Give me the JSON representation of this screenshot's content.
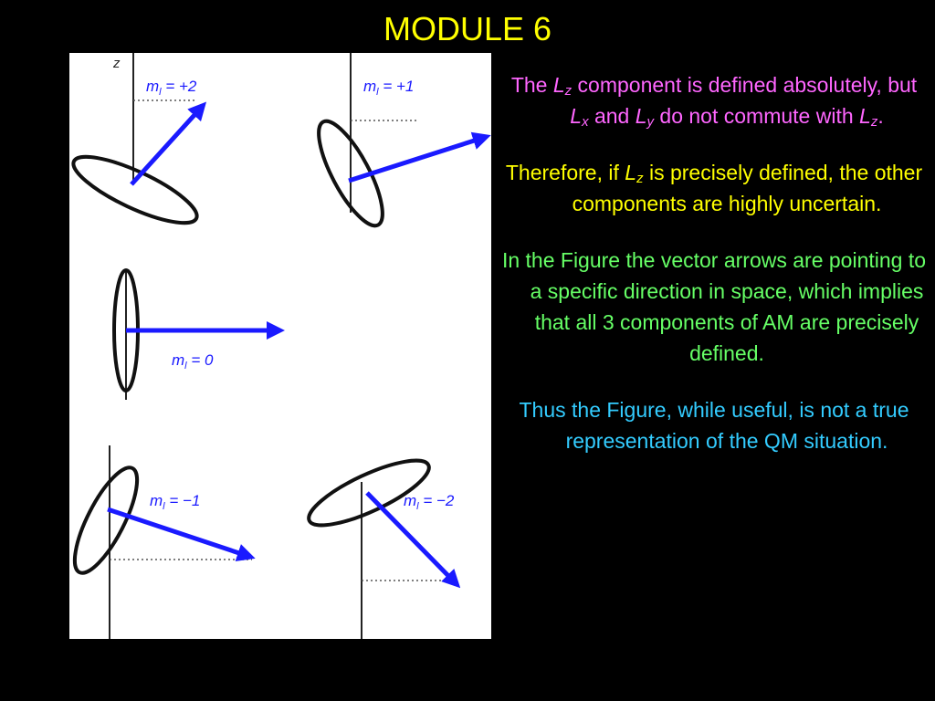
{
  "title": "MODULE 6",
  "colors": {
    "background": "#000000",
    "title": "#ffff00",
    "para1": "#ff66ff",
    "para2": "#ffff00",
    "para3": "#66ff66",
    "para4": "#33ccff",
    "arrow": "#1a1aff"
  },
  "figure": {
    "z_axis_label": "z",
    "labels": {
      "m_plus2": "m<sub>l</sub> = +2",
      "m_plus1": "m<sub>l</sub> = +1",
      "m_zero": "m<sub>l</sub> = 0",
      "m_minus1": "m<sub>l</sub> = −1",
      "m_minus2": "m<sub>l</sub> = −2"
    },
    "label_text": {
      "m_plus2": [
        "m",
        "l",
        " =  +2"
      ],
      "m_plus1": [
        "m",
        "l",
        " =  +1"
      ],
      "m_zero": [
        "m",
        "l",
        " =  0"
      ],
      "m_minus1": [
        "m",
        "l",
        " =  −1"
      ],
      "m_minus2": [
        "m",
        "l",
        " =  −2"
      ]
    }
  },
  "paragraphs": {
    "p1": {
      "t1": "The ",
      "v1": "L",
      "s1": "z",
      "t2": " component is  defined absolutely, but ",
      "v2": "L",
      "s2": "x",
      "t3": " and ",
      "v3": "L",
      "s3": "y",
      "t4": " do not commute with ",
      "v4": "L",
      "s4": "z",
      "t5": "."
    },
    "p2": {
      "t1": "Therefore, if ",
      "v1": "L",
      "s1": "z",
      "t2": "  is precisely defined, the other components are highly uncertain."
    },
    "p3": "In the Figure the vector arrows are pointing to a specific direction in space, which implies that all 3 components of AM are precisely defined.",
    "p4": "Thus the Figure, while useful, is not a true representation of the QM situation."
  }
}
